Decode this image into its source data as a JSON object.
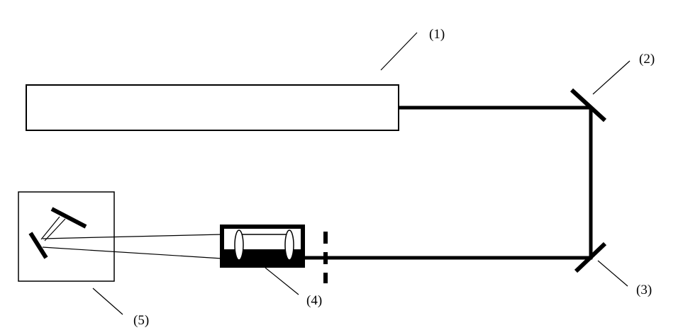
{
  "labels": {
    "laser": "(1)",
    "mirror_top": "(2)",
    "mirror_bottom": "(3)",
    "telescope": "(4)",
    "grating_box": "(5)"
  },
  "colors": {
    "stroke": "#000000",
    "background": "#ffffff"
  }
}
